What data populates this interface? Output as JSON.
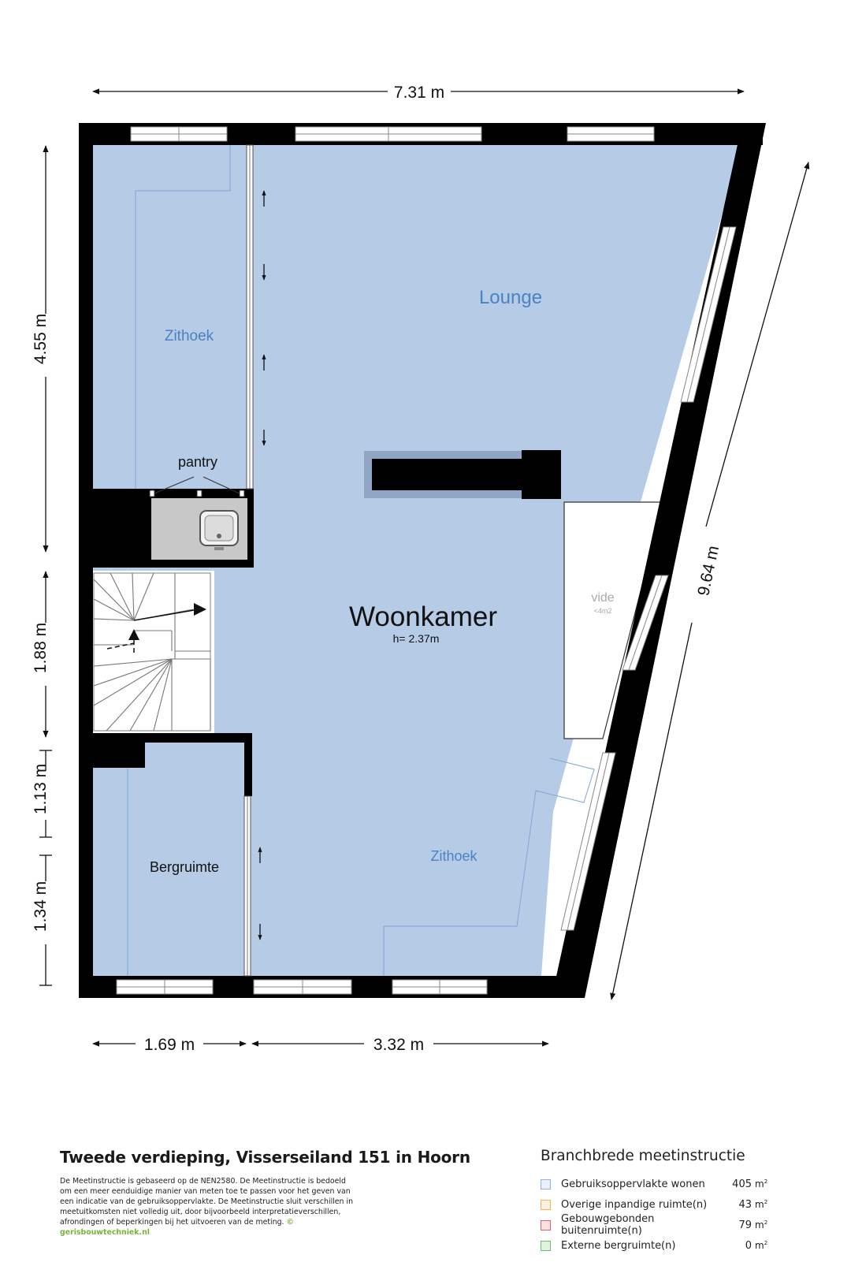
{
  "plan": {
    "rooms": {
      "lounge": "Lounge",
      "zithoek_top": "Zithoek",
      "pantry": "pantry",
      "woonkamer": "Woonkamer",
      "woonkamer_height": "h= 2.37m",
      "vide": "vide",
      "vide_note": "<4m2",
      "zithoek_bottom": "Zithoek",
      "bergruimte": "Bergruimte"
    },
    "dimensions": {
      "top_width": "7.31 m",
      "left_upper": "4.55 m",
      "left_middle": "1.88 m",
      "left_lower_a": "1.13 m",
      "left_lower_b": "1.34 m",
      "bottom_left": "1.69 m",
      "bottom_right": "3.32 m",
      "diagonal": "9.64 m"
    },
    "colors": {
      "room_fill": "#b6cbe6",
      "wall": "#000000",
      "label": "#4a82c3"
    }
  },
  "footer": {
    "title": "Tweede verdieping, Visserseiland 151 in Hoorn",
    "description": "De Meetinstructie is gebaseerd op de NEN2580. De Meetinstructie is bedoeld om een meer eenduidige manier van meten toe te passen voor het geven van een indicatie van de gebruiksoppervlakte. De Meetinstructie sluit verschillen in meetuitkomsten niet volledig uit, door bijvoorbeeld interpretatieverschillen, afrondingen of beperkingen bij het uitvoeren van de meting.",
    "credit": "© gerisbouwtechniek.nl"
  },
  "legend": {
    "title": "Branchbrede meetinstructie",
    "unit": "m",
    "items": [
      {
        "label": "Gebruiksoppervlakte wonen",
        "value": "405",
        "color": "#8fb4e3"
      },
      {
        "label": "Overige inpandige ruimte(n)",
        "value": "43",
        "color": "#f0b35a"
      },
      {
        "label": "Gebouwgebonden buitenruimte(n)",
        "value": "79",
        "color": "#e0626a"
      },
      {
        "label": "Externe bergruimte(n)",
        "value": "0",
        "color": "#6cbf6a"
      }
    ]
  }
}
